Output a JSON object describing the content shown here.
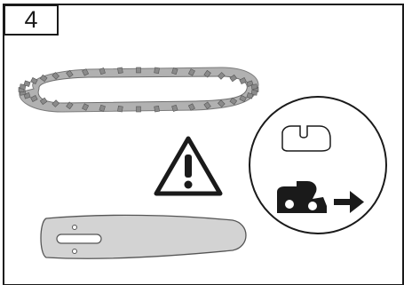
{
  "step": {
    "number": "4"
  },
  "illustration": {
    "components": [
      "saw-chain",
      "guide-bar",
      "warning-sign",
      "chain-detail-callout"
    ],
    "colors": {
      "outline": "#1a1a1a",
      "chain_fill": "#a9a9a9",
      "bar_fill": "#d3d3d3",
      "background": "#ffffff"
    },
    "icons": [
      "warning-icon",
      "chain-tooth-icon",
      "chain-link-direction-icon",
      "arrow-right-icon"
    ]
  }
}
